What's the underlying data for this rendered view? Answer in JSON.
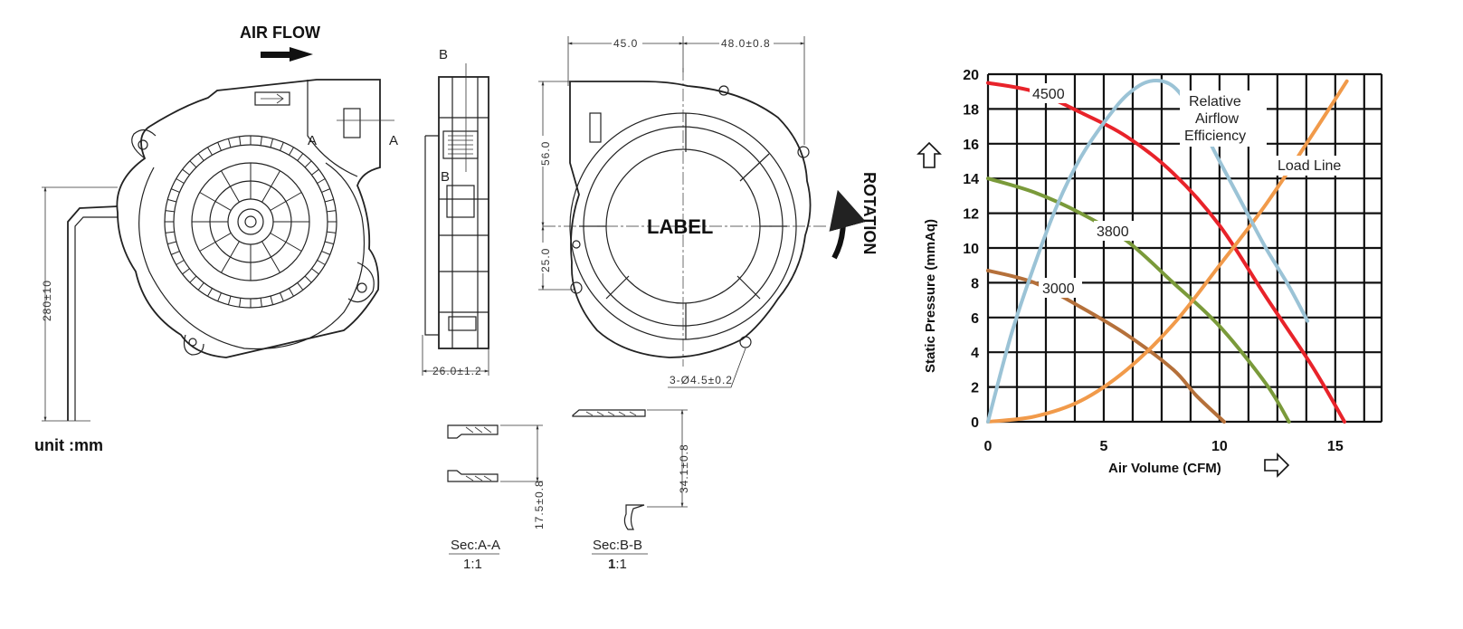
{
  "drawing": {
    "air_flow": "AIR FLOW",
    "unit": "unit :mm",
    "rotation": "ROTATION",
    "label": "LABEL",
    "cable_length": "280±10",
    "section_marker_a": "A",
    "section_marker_b": "B",
    "dim_thickness": "26.0±1.2",
    "dim_top_left": "45.0",
    "dim_top_right": "48.0±0.8",
    "dim_upper_height": "56.0",
    "dim_lower_height": "25.0",
    "dim_holes": "3-Ø4.5±0.2",
    "dim_sec_a": "17.5±0.8",
    "dim_sec_b": "34.1±0.8",
    "sec_a_title": "Sec:A-A",
    "sec_a_scale": "1:1",
    "sec_b_title": "Sec:B-B",
    "sec_b_scale_bold": "1",
    "sec_b_scale_rest": ":1"
  },
  "chart_data": {
    "type": "line",
    "xlabel": "Air Volume (CFM)",
    "ylabel": "Static Pressure (mmAq)",
    "xlim": [
      0,
      17
    ],
    "ylim": [
      0,
      20
    ],
    "x_ticks": [
      0,
      5,
      10,
      15
    ],
    "y_ticks": [
      0,
      2,
      4,
      6,
      8,
      10,
      12,
      14,
      16,
      18,
      20
    ],
    "grid": true,
    "series": [
      {
        "name": "4500",
        "color": "#e8232a",
        "points": [
          [
            0,
            19.5
          ],
          [
            2,
            19
          ],
          [
            4,
            17.8
          ],
          [
            6,
            16.4
          ],
          [
            8,
            14.3
          ],
          [
            10,
            11.3
          ],
          [
            12,
            7.2
          ],
          [
            14,
            3.2
          ],
          [
            15.4,
            0
          ]
        ]
      },
      {
        "name": "3800",
        "color": "#7a9a3a",
        "points": [
          [
            0,
            14
          ],
          [
            2,
            13.2
          ],
          [
            4,
            12
          ],
          [
            6,
            10.4
          ],
          [
            8,
            8
          ],
          [
            10,
            5.5
          ],
          [
            12,
            2.2
          ],
          [
            13,
            0
          ]
        ]
      },
      {
        "name": "3000",
        "color": "#b5703a",
        "points": [
          [
            0,
            8.7
          ],
          [
            2,
            8
          ],
          [
            4,
            6.6
          ],
          [
            6,
            5
          ],
          [
            8,
            3
          ],
          [
            9,
            1.5
          ],
          [
            10.2,
            0
          ]
        ]
      },
      {
        "name": "Load Line",
        "color": "#f19a4a",
        "points": [
          [
            0,
            0
          ],
          [
            2,
            0.3
          ],
          [
            4,
            1.2
          ],
          [
            6,
            3
          ],
          [
            8,
            5.6
          ],
          [
            10,
            9
          ],
          [
            12,
            12.5
          ],
          [
            14,
            16.5
          ],
          [
            15.5,
            19.6
          ]
        ]
      },
      {
        "name": "Relative Airflow Efficiency",
        "color": "#9bc3d6",
        "points": [
          [
            0,
            0
          ],
          [
            1,
            5
          ],
          [
            2,
            9
          ],
          [
            3,
            12.5
          ],
          [
            4,
            15.2
          ],
          [
            5,
            17.2
          ],
          [
            6,
            18.8
          ],
          [
            7,
            19.6
          ],
          [
            8,
            19.3
          ],
          [
            9,
            17.5
          ],
          [
            10,
            15
          ],
          [
            11,
            12.5
          ],
          [
            12,
            10
          ],
          [
            13,
            7.8
          ],
          [
            13.8,
            5.8
          ]
        ]
      }
    ],
    "labels": {
      "s4500": "4500",
      "s3800": "3800",
      "s3000": "3000",
      "load": "Load Line",
      "eff1": "Relative",
      "eff2": "Airflow",
      "eff3": "Efficiency"
    }
  }
}
